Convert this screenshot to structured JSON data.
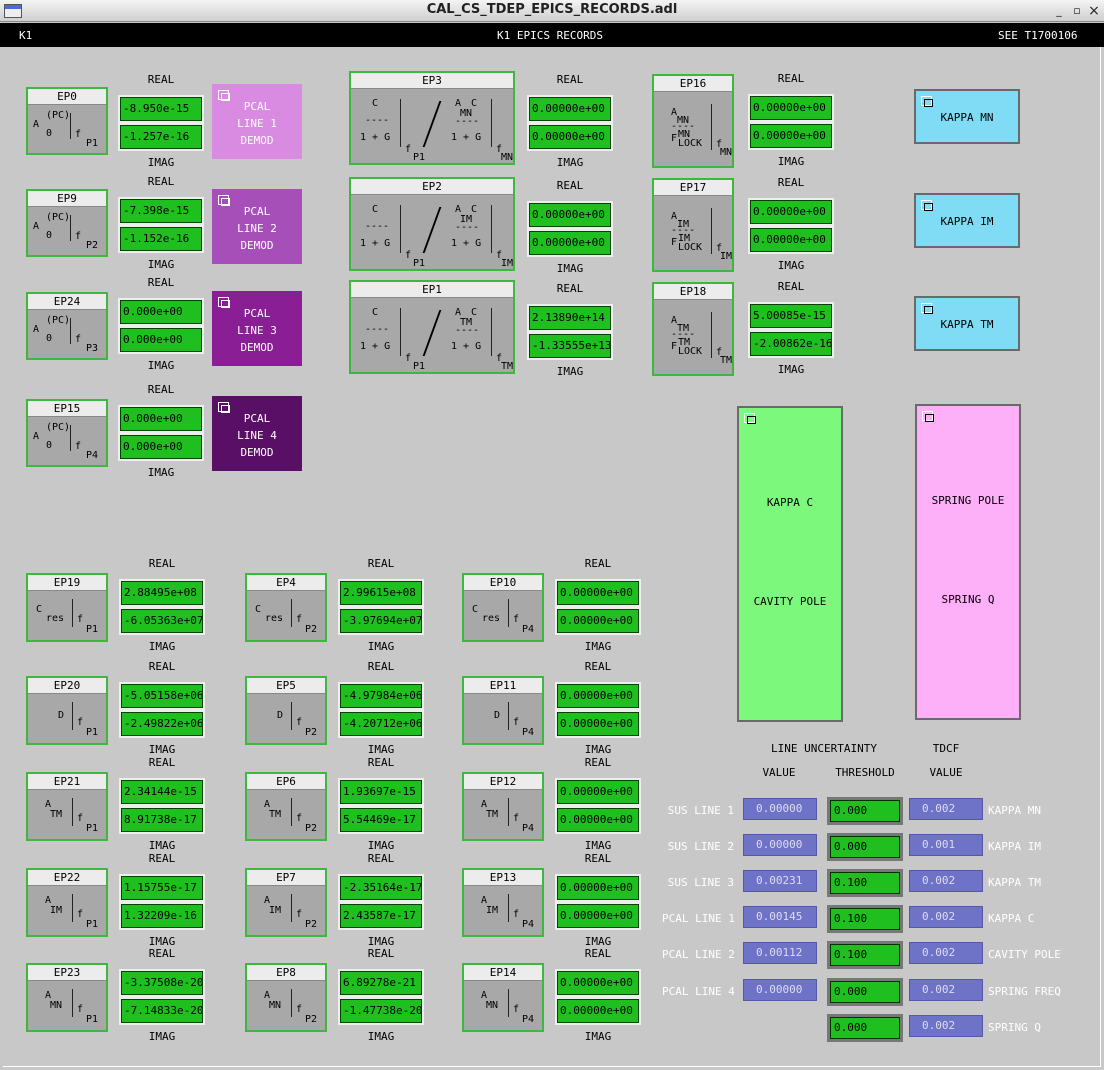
{
  "window": {
    "title": "CAL_CS_TDEP_EPICS_RECORDS.adl",
    "minimize": "_",
    "maximize": "▫",
    "close": "×"
  },
  "header": {
    "left": "K1",
    "center": "K1 EPICS RECORDS",
    "right": "SEE T1700106"
  },
  "labels": {
    "real": "REAL",
    "imag": "IMAG"
  },
  "pcal_records": [
    {
      "id": "EP0",
      "sub": "P1",
      "real": "-8.950e-15",
      "imag": "-1.257e-16"
    },
    {
      "id": "EP9",
      "sub": "P2",
      "real": "-7.398e-15",
      "imag": "-1.152e-16"
    },
    {
      "id": "EP24",
      "sub": "P3",
      "real": "0.000e+00",
      "imag": "0.000e+00"
    },
    {
      "id": "EP15",
      "sub": "P4",
      "real": "0.000e+00",
      "imag": "0.000e+00"
    }
  ],
  "pcal_buttons": [
    {
      "line1": "PCAL",
      "line2": "LINE 1",
      "line3": "DEMOD"
    },
    {
      "line1": "PCAL",
      "line2": "LINE 2",
      "line3": "DEMOD"
    },
    {
      "line1": "PCAL",
      "line2": "LINE 3",
      "line3": "DEMOD"
    },
    {
      "line1": "PCAL",
      "line2": "LINE 4",
      "line3": "DEMOD"
    }
  ],
  "ratio_records": [
    {
      "id": "EP3",
      "sub": "MN",
      "real": "0.00000e+00",
      "imag": "0.00000e+00"
    },
    {
      "id": "EP2",
      "sub": "IM",
      "real": "0.00000e+00",
      "imag": "0.00000e+00"
    },
    {
      "id": "EP1",
      "sub": "TM",
      "real": "2.13890e+14",
      "imag": "-1.33555e+13"
    }
  ],
  "lock_records": [
    {
      "id": "EP16",
      "sub": "MN",
      "real": "0.00000e+00",
      "imag": "0.00000e+00"
    },
    {
      "id": "EP17",
      "sub": "IM",
      "real": "0.00000e+00",
      "imag": "0.00000e+00"
    },
    {
      "id": "EP18",
      "sub": "TM",
      "real": "5.00085e-15",
      "imag": "-2.00862e-16"
    }
  ],
  "kappa_buttons": [
    "KAPPA MN",
    "KAPPA IM",
    "KAPPA TM"
  ],
  "formula": {
    "c": "C",
    "dash": "----",
    "onepg": "1 + G",
    "f": "f",
    "a": "A",
    "ao": "A",
    "o": "0",
    "pc": "(PC)",
    "lock": "LOCK",
    "fsym": "F",
    "cres": "C",
    "res": "res",
    "d": "D"
  },
  "big_buttons": {
    "left": {
      "line1": "KAPPA C",
      "line2": "CAVITY POLE"
    },
    "right": {
      "line1": "SPRING POLE",
      "line2": "SPRING Q"
    }
  },
  "grid_columns": [
    {
      "sub": "P1",
      "rows": [
        {
          "id": "EP19",
          "kind": "cres",
          "real": "2.88495e+08",
          "imag": "-6.05363e+07"
        },
        {
          "id": "EP20",
          "kind": "d",
          "real": "-5.05158e+06",
          "imag": "-2.49822e+06"
        },
        {
          "id": "EP21",
          "kind": "TM",
          "real": "2.34144e-15",
          "imag": "8.91738e-17"
        },
        {
          "id": "EP22",
          "kind": "IM",
          "real": "1.15755e-17",
          "imag": "1.32209e-16"
        },
        {
          "id": "EP23",
          "kind": "MN",
          "real": "-3.37508e-20",
          "imag": "-7.14833e-20"
        }
      ]
    },
    {
      "sub": "P2",
      "rows": [
        {
          "id": "EP4",
          "kind": "cres",
          "real": "2.99615e+08",
          "imag": "-3.97694e+07"
        },
        {
          "id": "EP5",
          "kind": "d",
          "real": "-4.97984e+06",
          "imag": "-4.20712e+06"
        },
        {
          "id": "EP6",
          "kind": "TM",
          "real": "1.93697e-15",
          "imag": "5.54469e-17"
        },
        {
          "id": "EP7",
          "kind": "IM",
          "real": "-2.35164e-17",
          "imag": "2.43587e-17"
        },
        {
          "id": "EP8",
          "kind": "MN",
          "real": "6.89278e-21",
          "imag": "-1.47738e-20"
        }
      ]
    },
    {
      "sub": "P4",
      "rows": [
        {
          "id": "EP10",
          "kind": "cres",
          "real": "0.00000e+00",
          "imag": "0.00000e+00"
        },
        {
          "id": "EP11",
          "kind": "d",
          "real": "0.00000e+00",
          "imag": "0.00000e+00"
        },
        {
          "id": "EP12",
          "kind": "TM",
          "real": "0.00000e+00",
          "imag": "0.00000e+00"
        },
        {
          "id": "EP13",
          "kind": "IM",
          "real": "0.00000e+00",
          "imag": "0.00000e+00"
        },
        {
          "id": "EP14",
          "kind": "MN",
          "real": "0.00000e+00",
          "imag": "0.00000e+00"
        }
      ]
    }
  ],
  "uncertainty": {
    "title_line": "LINE UNCERTAINTY",
    "title_tdcf": "TDCF",
    "col_value": "VALUE",
    "col_threshold": "THRESHOLD",
    "col_tdcf_value": "VALUE",
    "rows": [
      {
        "label": "SUS LINE 1",
        "value": "0.00000",
        "threshold": "0.000",
        "tdcf": "0.002",
        "name": "KAPPA MN"
      },
      {
        "label": "SUS LINE 2",
        "value": "0.00000",
        "threshold": "0.000",
        "tdcf": "0.001",
        "name": "KAPPA IM"
      },
      {
        "label": "SUS LINE 3",
        "value": "0.00231",
        "threshold": "0.100",
        "tdcf": "0.002",
        "name": "KAPPA TM"
      },
      {
        "label": "PCAL LINE 1",
        "value": "0.00145",
        "threshold": "0.100",
        "tdcf": "0.002",
        "name": "KAPPA C"
      },
      {
        "label": "PCAL LINE 2",
        "value": "0.00112",
        "threshold": "0.100",
        "tdcf": "0.002",
        "name": "CAVITY POLE"
      },
      {
        "label": "PCAL LINE 4",
        "value": "0.00000",
        "threshold": "0.000",
        "tdcf": "0.002",
        "name": "SPRING FREQ"
      },
      {
        "label": "",
        "value": "",
        "threshold": "0.000",
        "tdcf": "0.002",
        "name": "SPRING Q"
      }
    ]
  },
  "colors": {
    "pcal": [
      "#d88be0",
      "#a74fb8",
      "#8a1e95",
      "#5a0f66"
    ],
    "kappa": "#7fdcf4",
    "big_left": "#7cf97c",
    "big_right": "#fdb0f7",
    "field": "#1fbf1f",
    "border": "#3db83d"
  }
}
